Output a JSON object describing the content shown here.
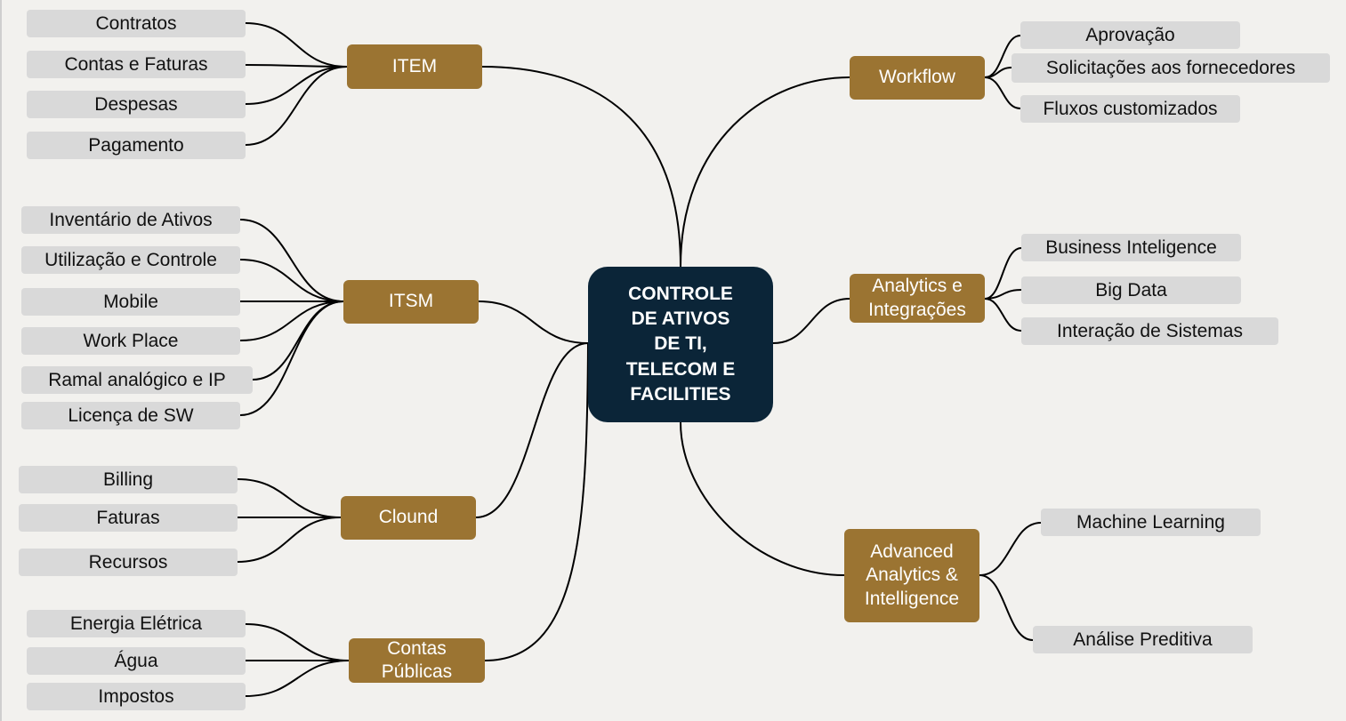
{
  "center": {
    "label": "CONTROLE\nDE ATIVOS\nDE TI,\nTELECOM E\nFACILITIES"
  },
  "branches": {
    "item": {
      "label": "ITEM",
      "children": [
        "Contratos",
        "Contas e Faturas",
        "Despesas",
        "Pagamento"
      ]
    },
    "itsm": {
      "label": "ITSM",
      "children": [
        "Inventário de Ativos",
        "Utilização e Controle",
        "Mobile",
        "Work Place",
        "Ramal analógico e IP",
        "Licença de SW"
      ]
    },
    "cloud": {
      "label": "Clound",
      "children": [
        "Billing",
        "Faturas",
        "Recursos"
      ]
    },
    "publicas": {
      "label": "Contas\nPúblicas",
      "children": [
        "Energia Elétrica",
        "Água",
        "Impostos"
      ]
    },
    "workflow": {
      "label": "Workflow",
      "children": [
        "Aprovação",
        "Solicitações aos fornecedores",
        "Fluxos customizados"
      ]
    },
    "analytics": {
      "label": "Analytics e\nIntegrações",
      "children": [
        "Business Inteligence",
        "Big Data",
        "Interação de Sistemas"
      ]
    },
    "advanced": {
      "label": "Advanced\nAnalytics &\nIntelligence",
      "children": [
        "Machine Learning",
        "Análise Preditiva"
      ]
    }
  },
  "colors": {
    "center_fill": "#0b2538",
    "branch_fill": "#9b7432",
    "leaf_fill": "#d9d9d9",
    "connector": "#000000",
    "background": "#f2f1ee"
  }
}
